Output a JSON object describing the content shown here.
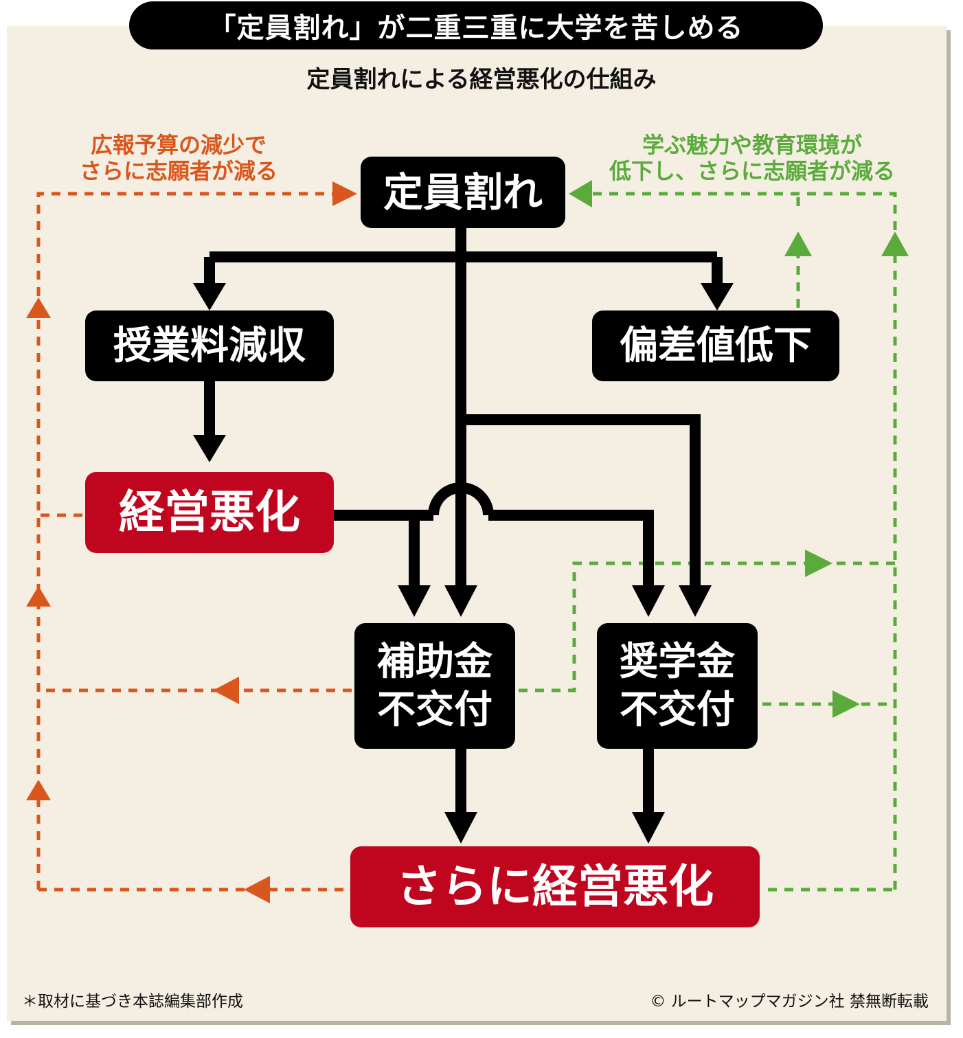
{
  "title": "「定員割れ」が二重三重に大学を苦しめる",
  "subtitle": "定員割れによる経営悪化の仕組み",
  "nodes": {
    "teiin": "定員割れ",
    "jugyoryo": "授業料減収",
    "hensachi": "偏差値低下",
    "keiei": "経営悪化",
    "hojokin_1": "補助金",
    "hojokin_2": "不交付",
    "shogakukin_1": "奨学金",
    "shogakukin_2": "不交付",
    "sarani": "さらに経営悪化"
  },
  "notes": {
    "left_1": "広報予算の減少で",
    "left_2": "さらに志願者が減る",
    "right_1": "学ぶ魅力や教育環境が",
    "right_2": "低下し、さらに志願者が減る"
  },
  "footer": {
    "left": "＊取材に基づき本誌編集部作成",
    "right": "© ルートマップマガジン社 禁無断転載"
  },
  "colors": {
    "black": "#000000",
    "red": "#c0061e",
    "orange": "#d9561d",
    "green": "#5aab3c",
    "background": "#f4efe2"
  }
}
